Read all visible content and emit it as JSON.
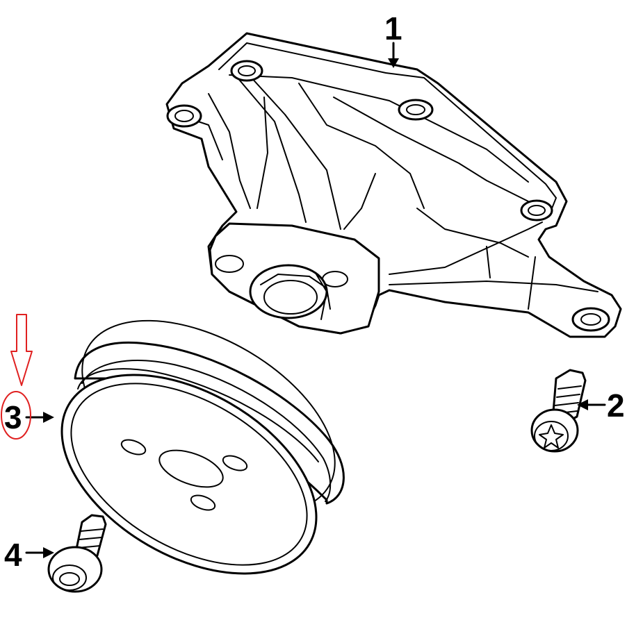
{
  "diagram": {
    "callouts": [
      {
        "id": "1",
        "label": "1"
      },
      {
        "id": "2",
        "label": "2"
      },
      {
        "id": "3",
        "label": "3"
      },
      {
        "id": "4",
        "label": "4"
      }
    ],
    "highlight_color": "#e02020",
    "line_color": "#000000"
  }
}
